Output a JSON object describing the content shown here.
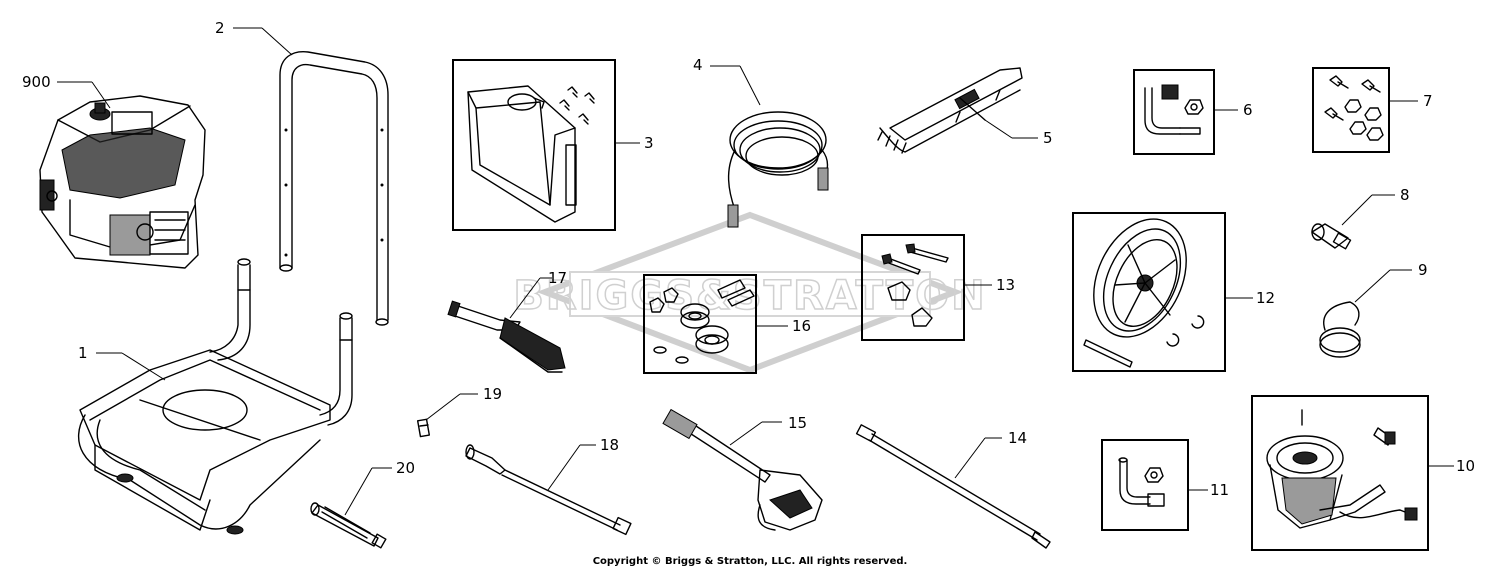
{
  "watermark": {
    "logo_text": "BRIGGS&STRATTON"
  },
  "callouts": {
    "c900": "900",
    "c1": "1",
    "c2": "2",
    "c3": "3",
    "c4": "4",
    "c5": "5",
    "c6": "6",
    "c7": "7",
    "c8": "8",
    "c9": "9",
    "c10": "10",
    "c11": "11",
    "c12": "12",
    "c13": "13",
    "c14": "14",
    "c15": "15",
    "c16": "16",
    "c17": "17",
    "c18": "18",
    "c19": "19",
    "c20": "20"
  },
  "footer": {
    "copyright": "Copyright © Briggs & Stratton, LLC. All rights reserved."
  }
}
